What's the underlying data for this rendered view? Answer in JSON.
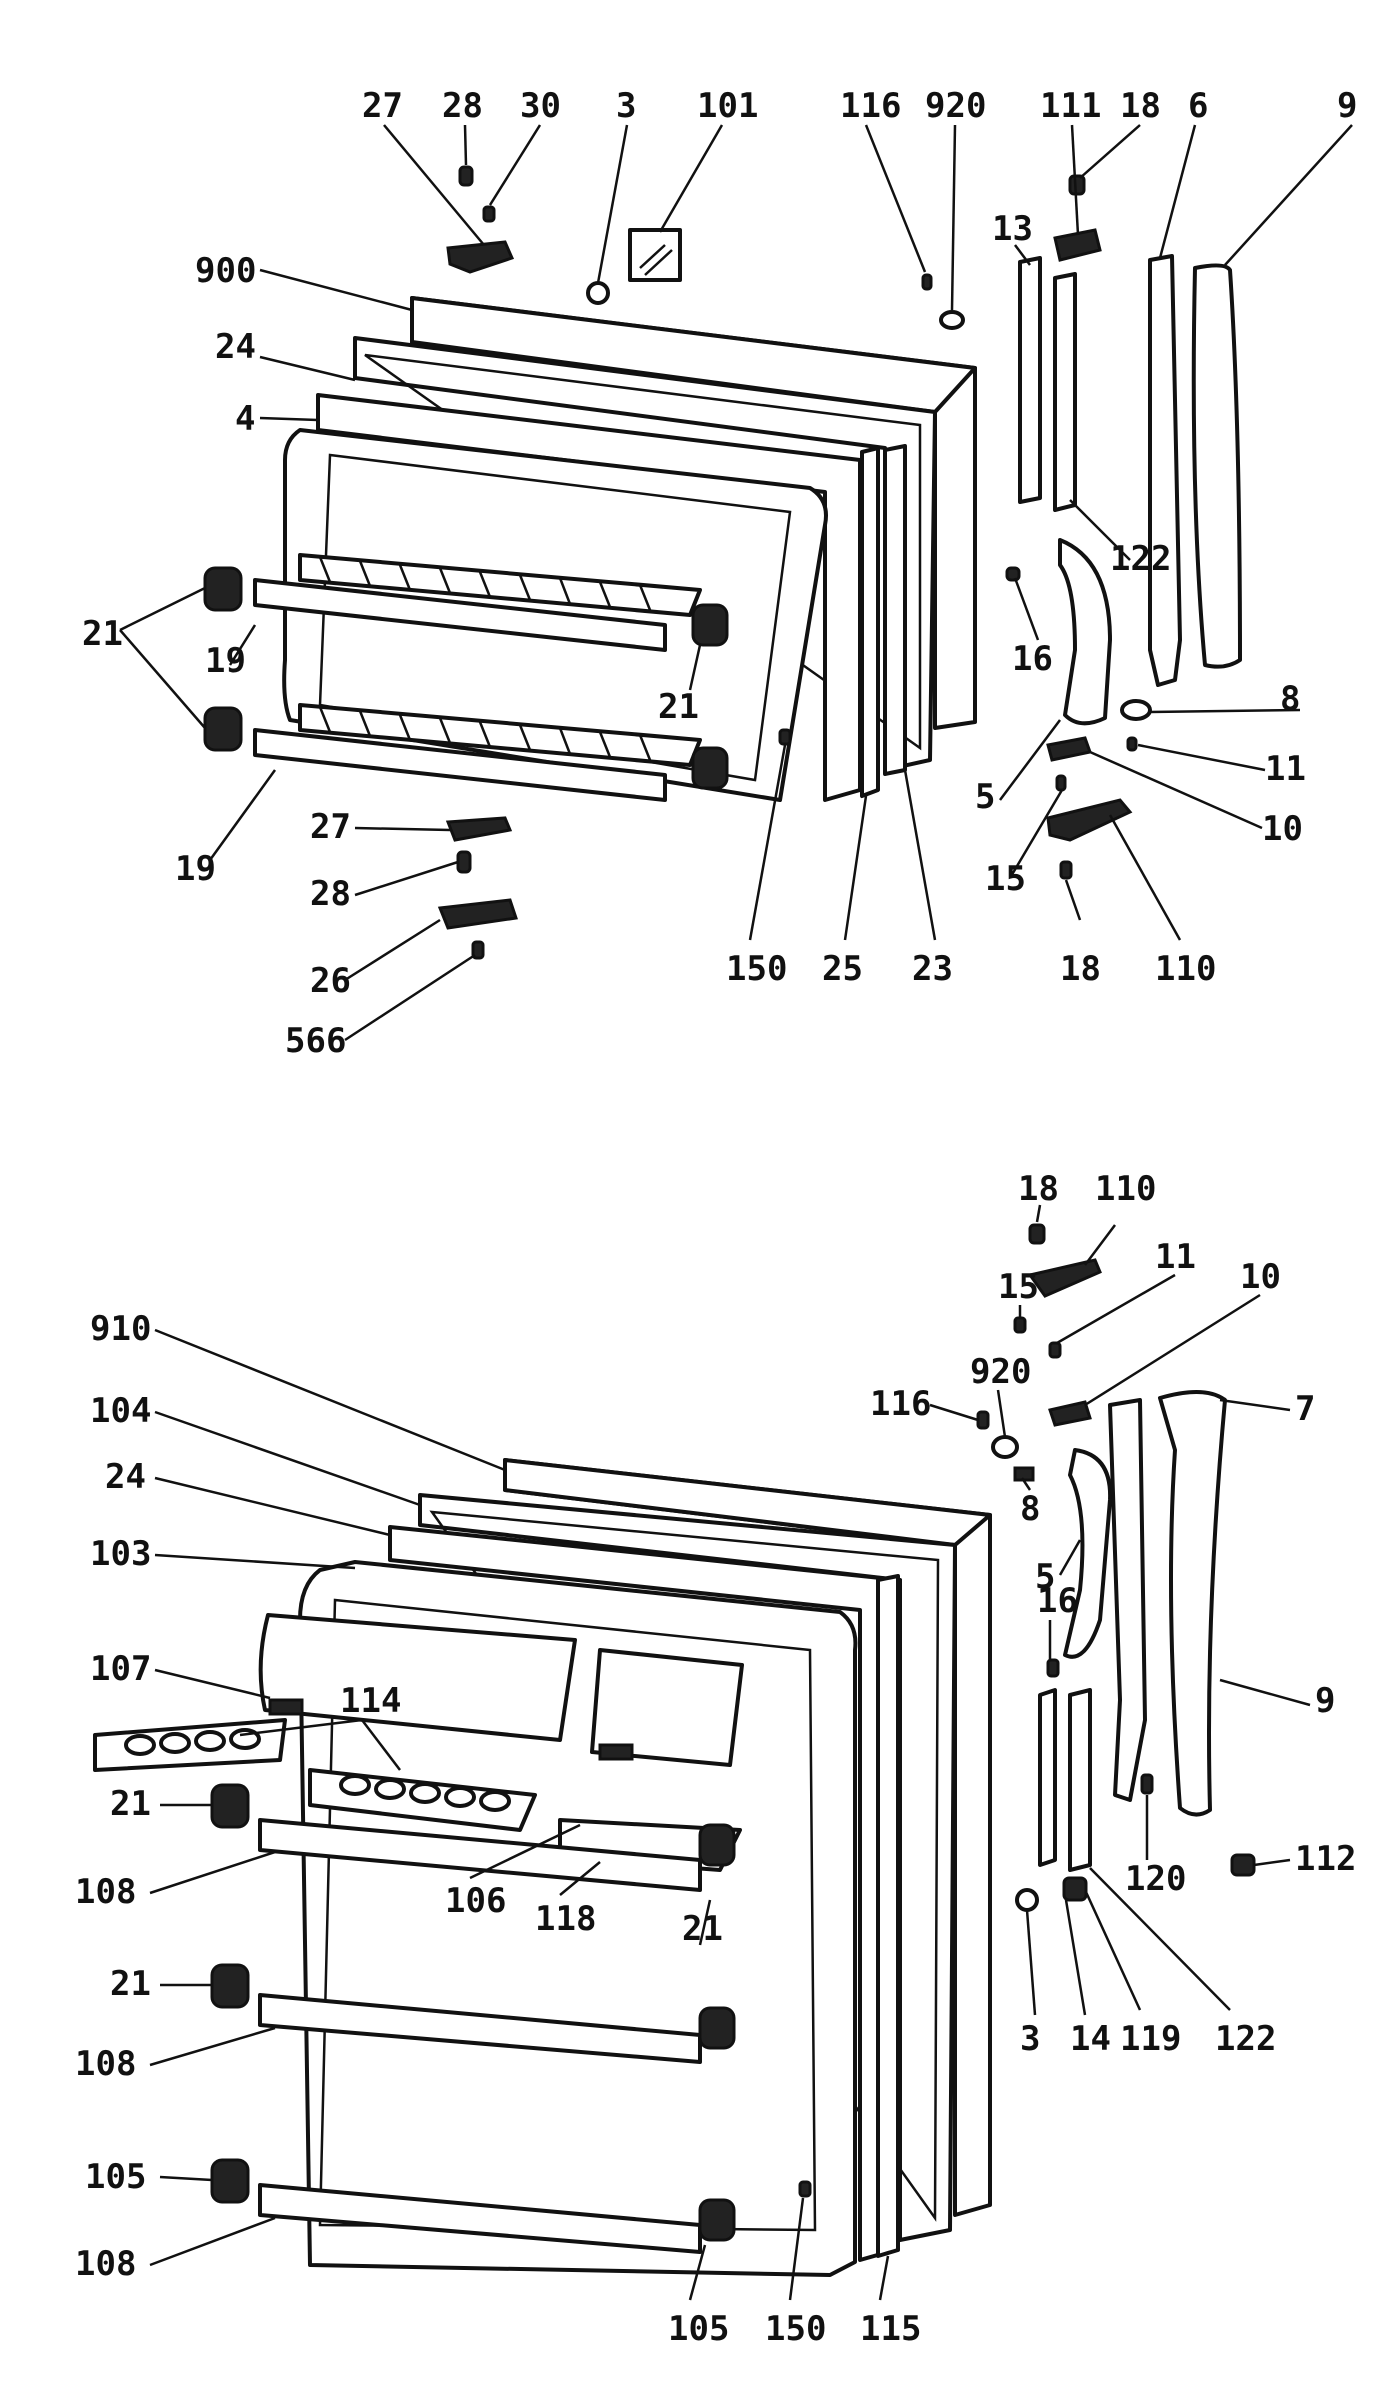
{
  "diagram": {
    "style": "exploded-view line drawing",
    "ink_color": "#111111",
    "background": "#ffffff"
  },
  "freezer_door": {
    "callouts": {
      "c27a": "27",
      "c28a": "28",
      "c30": "30",
      "c3a": "3",
      "c101": "101",
      "c116a": "116",
      "c920a": "920",
      "c111": "111",
      "c18a": "18",
      "c6": "6",
      "c9a": "9",
      "c900": "900",
      "c24a": "24",
      "c4": "4",
      "c13": "13",
      "c122a": "122",
      "c16a": "16",
      "c21a": "21",
      "c19a": "19",
      "c21b": "21",
      "c8a": "8",
      "c11a": "11",
      "c5a": "5",
      "c10a": "10",
      "c15a": "15",
      "c19b": "19",
      "c27b": "27",
      "c28b": "28",
      "c26": "26",
      "c566": "566",
      "c150a": "150",
      "c25": "25",
      "c23": "23",
      "c18b": "18",
      "c110a": "110"
    }
  },
  "fresh_food_door": {
    "callouts": {
      "c18c": "18",
      "c110b": "110",
      "c15b": "15",
      "c11b": "11",
      "c10b": "10",
      "c920b": "920",
      "c116b": "116",
      "c7": "7",
      "c910": "910",
      "c104": "104",
      "c24b": "24",
      "c103": "103",
      "c8b": "8",
      "c5b": "5",
      "c16b": "16",
      "c107": "107",
      "c114": "114",
      "c9b": "9",
      "c21c": "21",
      "c112": "112",
      "c106": "106",
      "c118": "118",
      "c120": "120",
      "c108a": "108",
      "c21d": "21",
      "c21e": "21",
      "c3b": "3",
      "c14": "14",
      "c119": "119",
      "c122b": "122",
      "c108b": "108",
      "c105a": "105",
      "c108c": "108",
      "c105b": "105",
      "c150b": "150",
      "c115": "115"
    }
  }
}
